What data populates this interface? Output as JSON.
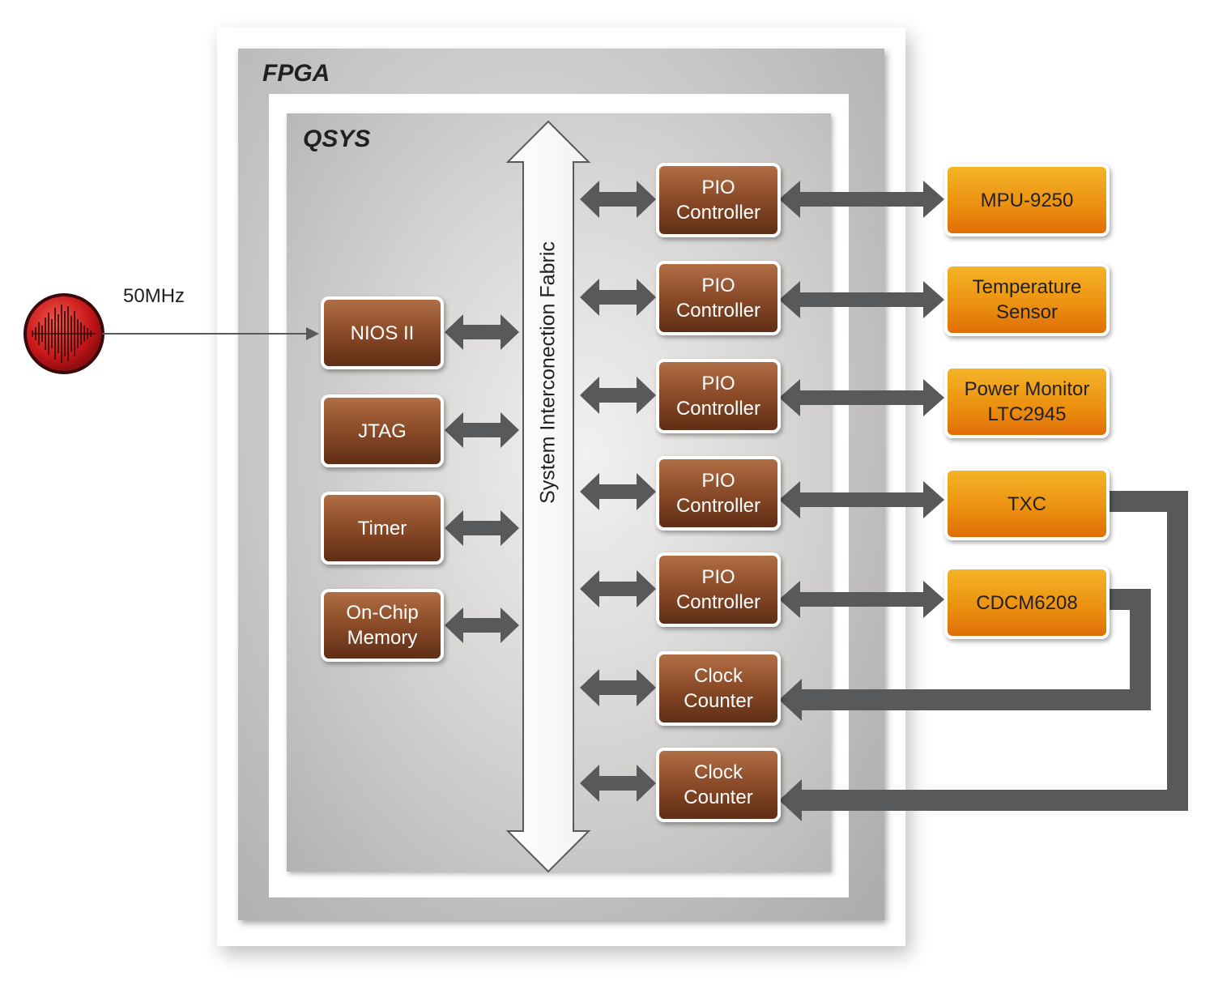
{
  "containers": {
    "fpga_label": "FPGA",
    "qsys_label": "QSYS"
  },
  "clock": {
    "frequency_label": "50MHz"
  },
  "fabric": {
    "label": "System Interconection Fabric"
  },
  "left_blocks": [
    {
      "id": "nios",
      "label": "NIOS II"
    },
    {
      "id": "jtag",
      "label": "JTAG"
    },
    {
      "id": "timer",
      "label": "Timer"
    },
    {
      "id": "onchip",
      "label": "On-Chip\nMemory"
    }
  ],
  "controllers": [
    {
      "label": "PIO\nController"
    },
    {
      "label": "PIO\nController"
    },
    {
      "label": "PIO\nController"
    },
    {
      "label": "PIO\nController"
    },
    {
      "label": "PIO\nController"
    },
    {
      "label": "Clock\nCounter"
    },
    {
      "label": "Clock\nCounter"
    }
  ],
  "peripherals": [
    {
      "label": "MPU-9250"
    },
    {
      "label": "Temperature\nSensor"
    },
    {
      "label": "Power Monitor\nLTC2945"
    },
    {
      "label": "TXC"
    },
    {
      "label": "CDCM6208"
    }
  ],
  "colors": {
    "internal_block": "#8a4a27",
    "peripheral_block": "#ec9210",
    "arrow": "#58595b",
    "oscillator": "#d41f1f"
  }
}
